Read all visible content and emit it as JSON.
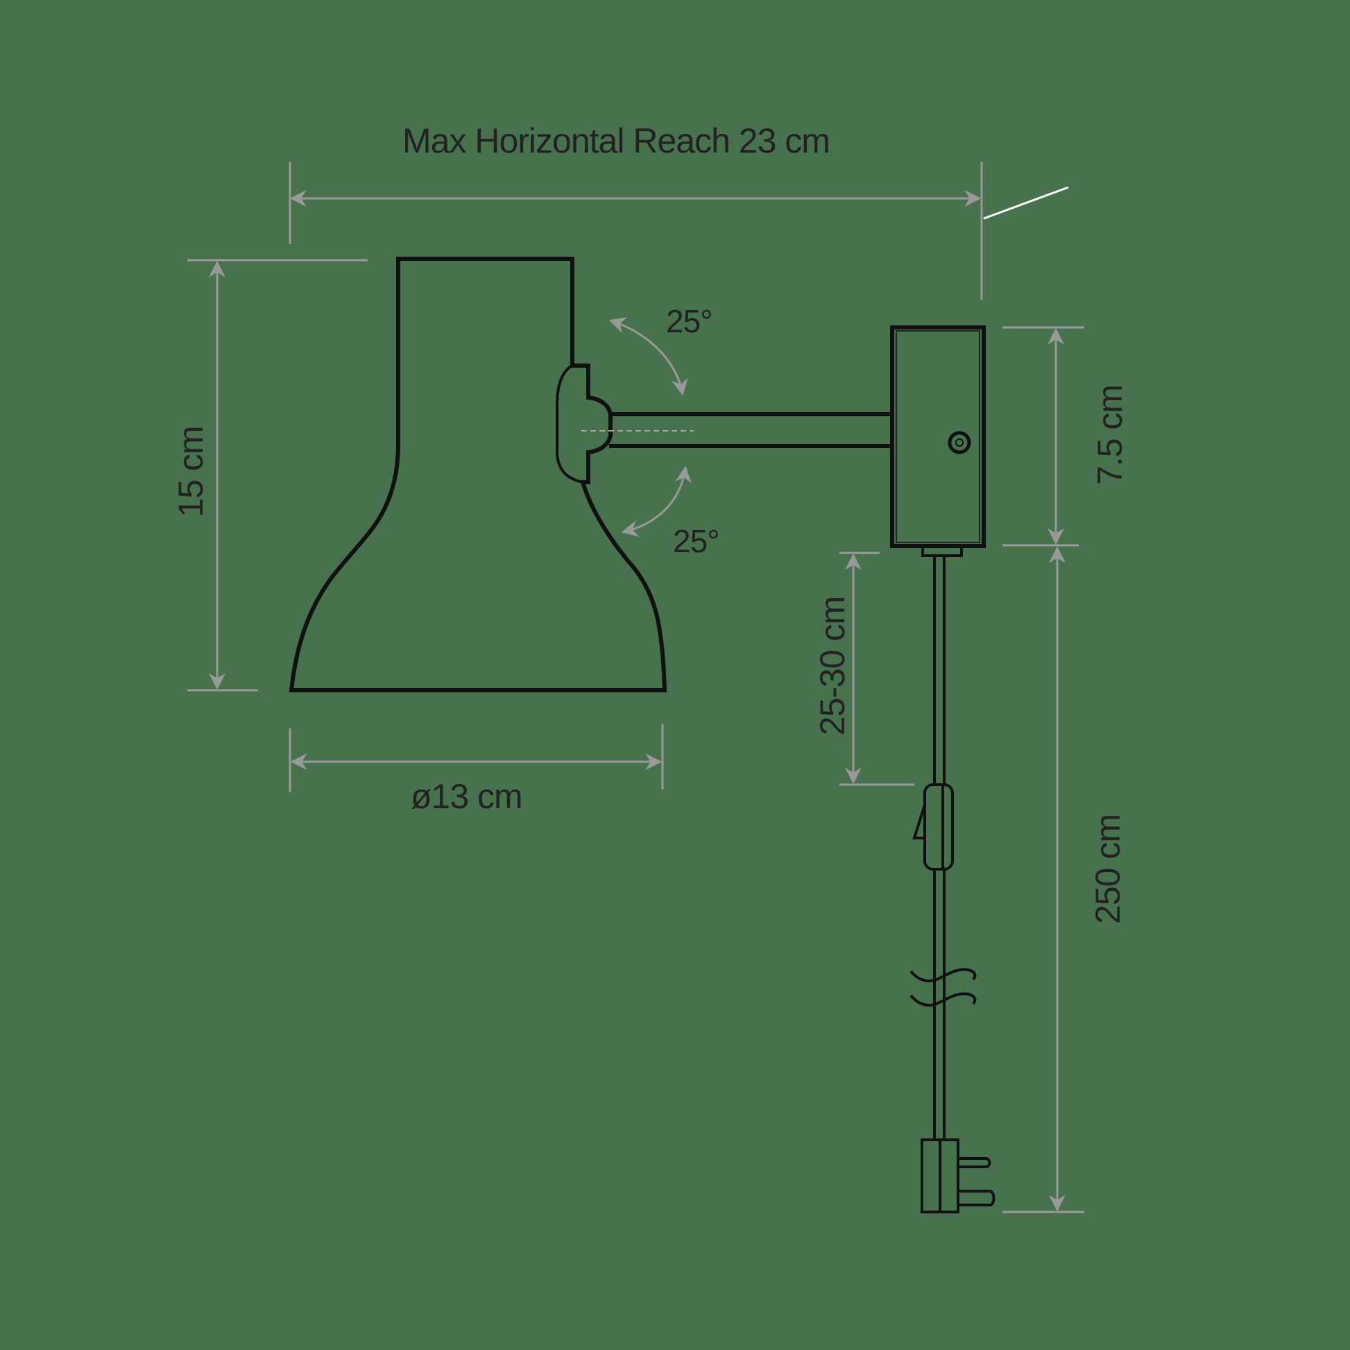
{
  "diagram": {
    "title": "Wall lamp dimension drawing",
    "background_color": "#48724E",
    "line_color": "#111111",
    "dimension_color": "#999999",
    "text_color": "#222222"
  },
  "dimensions": {
    "max_reach": "Max Horizontal Reach 23 cm",
    "shade_height": "15 cm",
    "shade_diameter": "ø13 cm",
    "tilt_up": "25°",
    "tilt_down": "25°",
    "backplate_height": "7.5 cm",
    "switch_distance": "25-30 cm",
    "cable_length": "250 cm"
  },
  "components": [
    "shade",
    "arm",
    "wall-mount",
    "cable",
    "inline-switch",
    "plug"
  ]
}
